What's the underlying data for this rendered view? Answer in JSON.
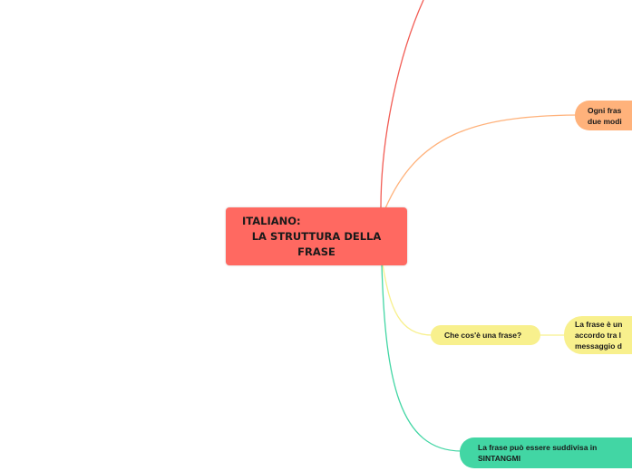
{
  "root": {
    "line1": "ITALIANO:",
    "line2": "LA STRUTTURA DELLA",
    "line3": "FRASE",
    "color": "#ff6961"
  },
  "branches": [
    {
      "color": "#f25c54"
    },
    {
      "color": "#ffb27b",
      "lines": [
        "Ogni fras",
        "due modi"
      ]
    },
    {
      "color": "#f8f08d",
      "label": "Che cos'è una frase?",
      "child_lines": [
        "La frase è un",
        "accordo tra l",
        "messaggio d"
      ]
    },
    {
      "color": "#42d6a4",
      "lines": [
        "La frase può essere suddivisa in",
        "SINTANGMI"
      ]
    }
  ]
}
